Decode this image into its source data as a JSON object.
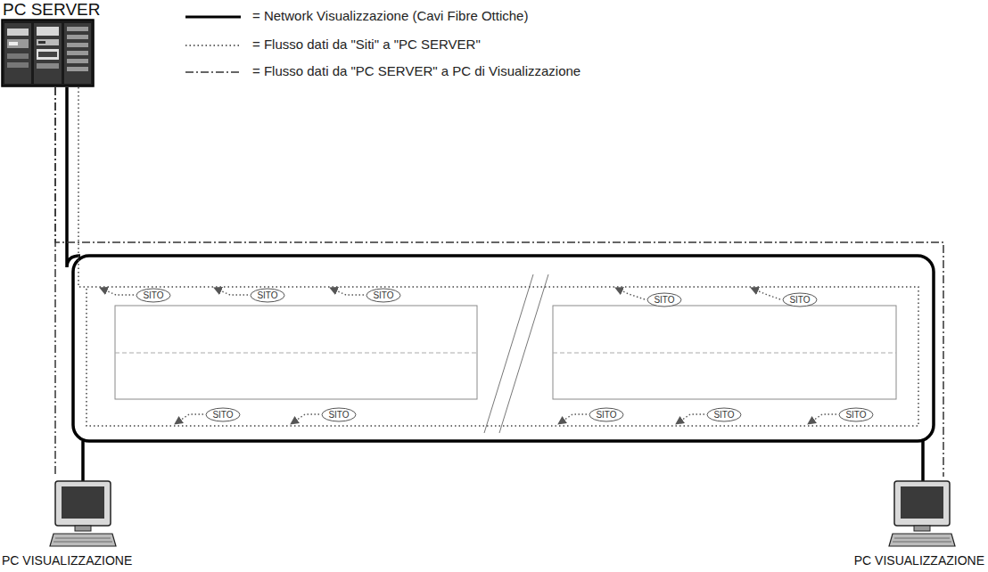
{
  "diagram": {
    "nodes": [
      {
        "text": [
          "PC SERVER"
        ]
      },
      {
        "text": [
          "SITO"
        ]
      },
      {
        "text": [
          "SITO"
        ]
      },
      {
        "text": [
          "SITO"
        ]
      },
      {
        "text": [
          "SITO"
        ]
      },
      {
        "text": [
          "SITO"
        ]
      },
      {
        "text": [
          "SITO"
        ]
      },
      {
        "text": [
          "SITO"
        ]
      },
      {
        "text": [
          "SITO"
        ]
      },
      {
        "text": [
          "SITO"
        ]
      },
      {
        "text": [
          "SITO"
        ]
      },
      {
        "text": [
          "PC VISUALIZZAZIONE"
        ]
      },
      {
        "text": [
          "PC VISUALIZZAZIONE"
        ]
      }
    ],
    "edges": [
      {
        "from": 0,
        "to": 11,
        "arrow": "none"
      },
      {
        "from": 0,
        "to": 12,
        "arrow": "none"
      }
    ],
    "legend": [
      {
        "text": "= Network Visualizzazione (Cavi Fibre Ottiche)"
      },
      {
        "text": "= Flusso dati da \"Siti\" a \"PC SERVER\""
      },
      {
        "text": "= Flusso dati da \"PC SERVER\" a PC di Visualizzazione"
      }
    ]
  }
}
